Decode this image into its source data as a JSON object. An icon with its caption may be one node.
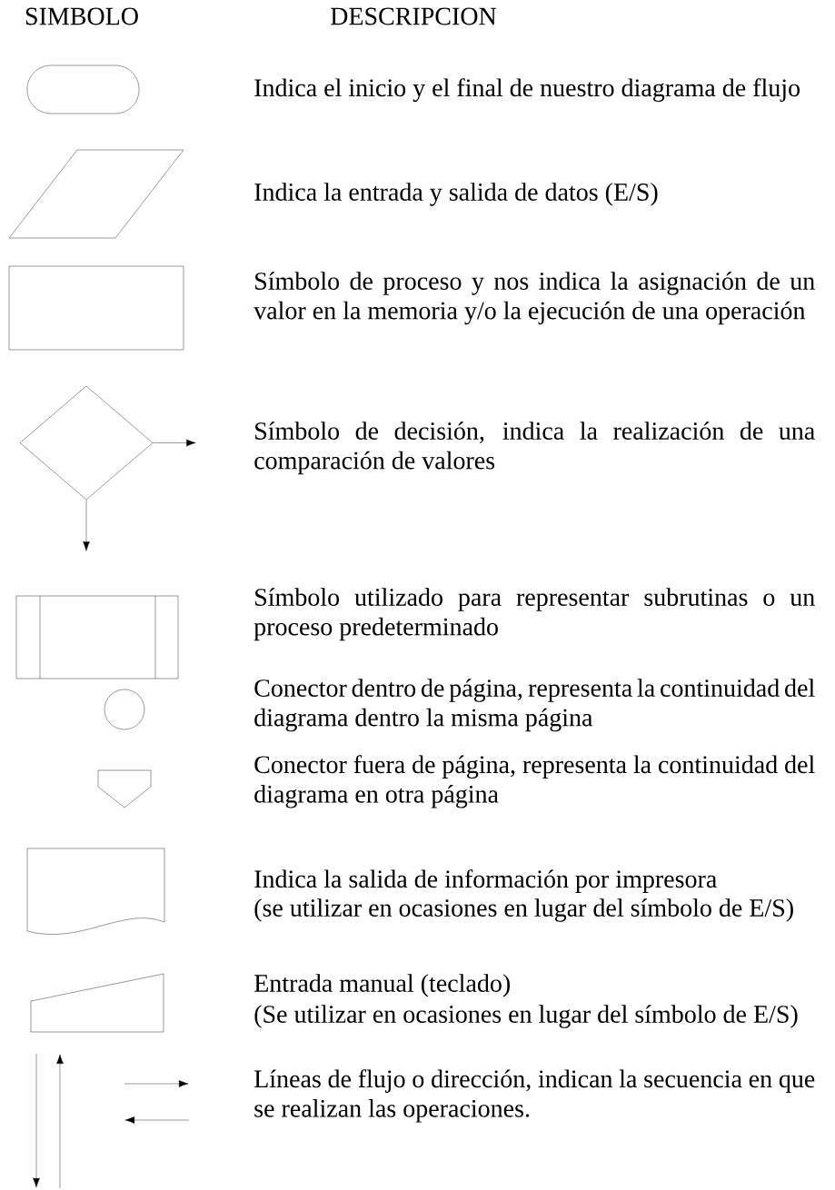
{
  "diagram": {
    "nodes": [
      {
        "text": [],
        "shape": "oval"
      },
      {
        "text": [],
        "shape": "parallelogram"
      },
      {
        "text": [],
        "shape": "box"
      },
      {
        "text": [],
        "shape": "diamond"
      },
      {
        "text": [],
        "shape": "subroutine"
      },
      {
        "text": [],
        "shape": "circle"
      },
      {
        "text": [],
        "shape": "pentagon"
      },
      {
        "text": [],
        "shape": "document"
      },
      {
        "text": [],
        "shape": "trapezoid"
      }
    ],
    "edges": [
      {
        "from": 3,
        "to": null,
        "arrow": "to"
      },
      {
        "from": 3,
        "to": null,
        "arrow": "to"
      }
    ],
    "labels": [
      "SIMBOLO",
      "DESCRIPCION",
      "Indica el inicio y el final de nuestro diagrama de flujo",
      "Indica la entrada y salida de datos (E/S)",
      "Símbolo de proceso y nos indica la asignación de un valor en la memoria y/o la ejecución de una operación",
      "Símbolo de decisión, indica la realización de una comparación de valores",
      "Símbolo utilizado para representar subrutinas o un proceso predeterminado",
      "Conector dentro de página, representa la continuidad del diagrama dentro la misma página",
      "Conector fuera de página, representa la continuidad del diagrama en otra página",
      "Indica la salida de información por impresora",
      "(se utilizar en ocasiones en lugar del símbolo de E/S)",
      "Entrada manual (teclado)",
      "(Se utilizar en ocasiones en lugar del símbolo de E/S)",
      "Líneas de flujo o dirección, indican la secuencia en que se realizan las operaciones."
    ]
  }
}
